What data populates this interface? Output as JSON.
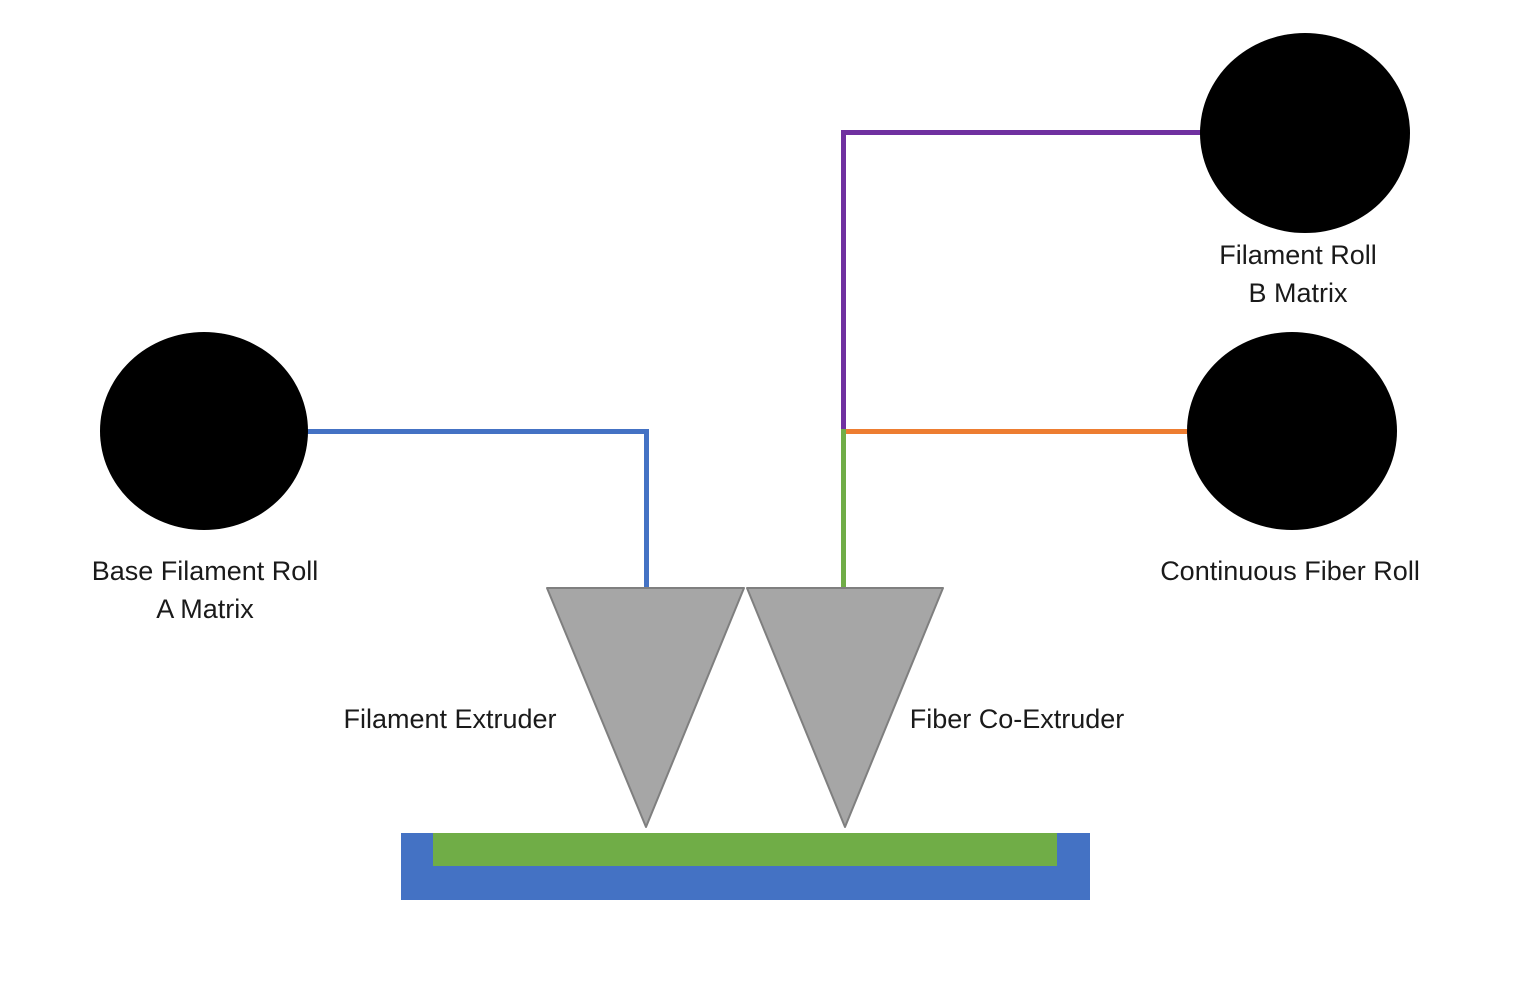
{
  "diagram": {
    "type": "process-diagram",
    "subject": "continuous fiber co-extrusion 3D printing setup"
  },
  "nodes": {
    "base_filament_roll": {
      "line1": "Base Filament Roll",
      "line2": "A Matrix"
    },
    "filament_roll_b": {
      "line1": "Filament Roll",
      "line2": "B Matrix"
    },
    "continuous_fiber_roll": {
      "label": "Continuous Fiber Roll"
    },
    "filament_extruder": {
      "label": "Filament Extruder"
    },
    "fiber_co_extruder": {
      "label": "Fiber Co-Extruder"
    }
  },
  "colors": {
    "background": "#ffffff",
    "roll_fill": "#000000",
    "a_matrix_line": "#4472c4",
    "b_matrix_line": "#7030a0",
    "fiber_line": "#ed7d31",
    "extrudate_line": "#70ad47",
    "extruder_fill": "#a6a6a6",
    "extruder_stroke": "#7f7f7f",
    "bed_fill": "#4472c4",
    "printed_part_fill": "#70ad47",
    "label_text": "#1a1a1a"
  }
}
